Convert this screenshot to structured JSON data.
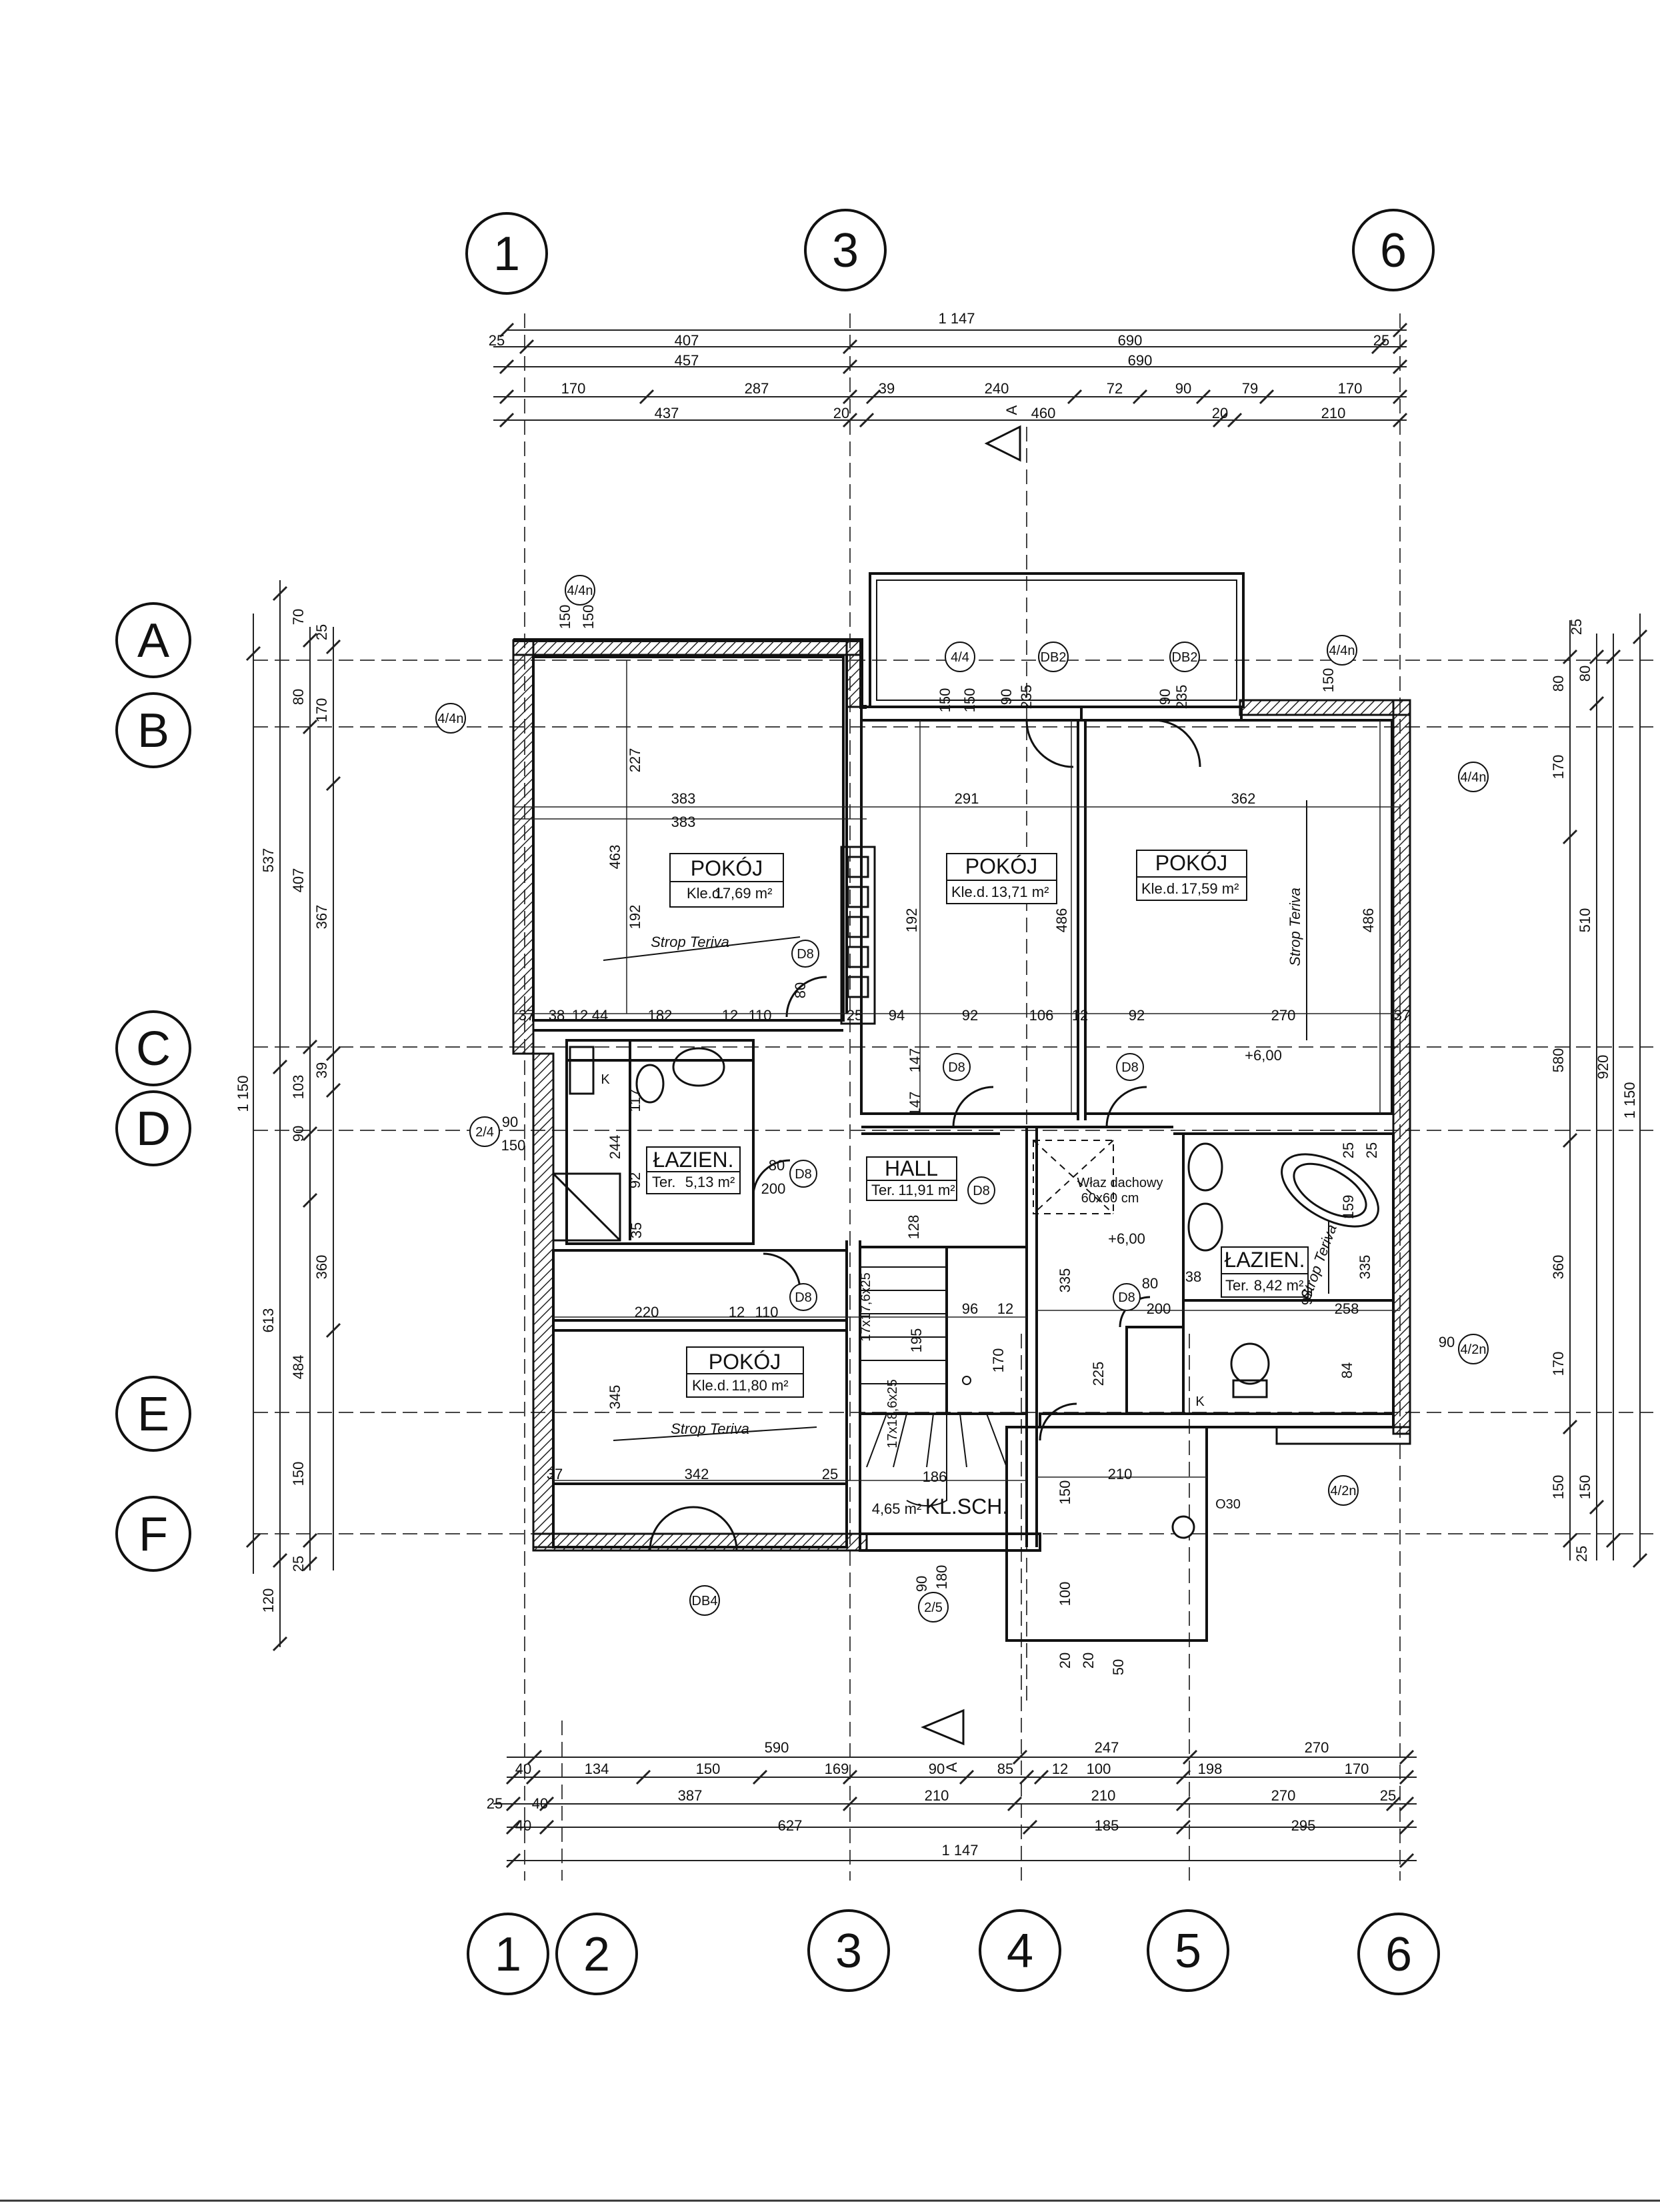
{
  "axes": {
    "top": [
      "1",
      "3",
      "6"
    ],
    "bottom": [
      "1",
      "2",
      "3",
      "4",
      "5",
      "6"
    ],
    "left": [
      "A",
      "B",
      "C",
      "D",
      "E",
      "F"
    ]
  },
  "top_dims": {
    "row1": [
      "1 147"
    ],
    "row2": [
      "25",
      "407",
      "690",
      "25"
    ],
    "row3": [
      "457",
      "690"
    ],
    "row4": [
      "170",
      "287",
      "39",
      "240",
      "72",
      "90",
      "79",
      "170"
    ],
    "row5": [
      "437",
      "20",
      "460",
      "20",
      "210"
    ]
  },
  "bottom_dims": {
    "row1": [
      "590",
      "247",
      "270"
    ],
    "row2": [
      "40",
      "134",
      "150",
      "169",
      "90",
      "85",
      "12",
      "100",
      "198",
      "170"
    ],
    "row3": [
      "25",
      "40",
      "387",
      "210",
      "210",
      "270",
      "25"
    ],
    "row4": [
      "40",
      "627",
      "185",
      "295"
    ],
    "row5": [
      "1 147"
    ]
  },
  "left_dims": {
    "outer": [
      "1 150"
    ],
    "mid": [
      "537",
      "613",
      "120"
    ],
    "inner": [
      "70",
      "80",
      "407",
      "103",
      "90",
      "484",
      "150",
      "25"
    ],
    "inner2": [
      "25",
      "170",
      "367",
      "39",
      "360"
    ]
  },
  "right_dims": {
    "outer": [
      "1 150"
    ],
    "mid": [
      "920"
    ],
    "inner": [
      "25",
      "80",
      "170",
      "510",
      "580",
      "360",
      "170",
      "150",
      "25"
    ],
    "inner2": [
      "80",
      "150"
    ]
  },
  "rooms": [
    {
      "name": "POKÓJ",
      "prefix": "Kle.d.",
      "area": "17,69 m²"
    },
    {
      "name": "POKÓJ",
      "prefix": "Kle.d.",
      "area": "13,71 m²"
    },
    {
      "name": "POKÓJ",
      "prefix": "Kle.d.",
      "area": "17,59 m²"
    },
    {
      "name": "ŁAZIEN.",
      "prefix": "Ter.",
      "area": "5,13 m²"
    },
    {
      "name": "HALL",
      "prefix": "Ter.",
      "area": "11,91 m²"
    },
    {
      "name": "ŁAZIEN.",
      "prefix": "Ter.",
      "area": "8,42 m²"
    },
    {
      "name": "POKÓJ",
      "prefix": "Kle.d.",
      "area": "11,80 m²"
    },
    {
      "name": "KL.SCH.",
      "prefix": "",
      "area": "4,65 m²"
    }
  ],
  "notes": {
    "strop1": "Strop Teriva",
    "strop2": "Strop Teriva",
    "strop3": "Strop Teriva",
    "strop4": "Strop Teriva",
    "level1": "+6,00",
    "level2": "+6,00",
    "wlaz1": "Właz dachowy",
    "wlaz2": "60x60 cm",
    "stairs1": "17x17,6x25",
    "stairs2": "17x18,6x25",
    "o30": "O30",
    "k1": "K",
    "k2": "K",
    "sec_a1": "A",
    "sec_a2": "A"
  },
  "window_tags": [
    "4/4n",
    "4/4",
    "DB2",
    "DB2",
    "4/4n",
    "4/4n",
    "4/4n",
    "2/4",
    "4/2n",
    "4/2n",
    "DB4",
    "2/5"
  ],
  "door_tags": [
    "D8",
    "D8",
    "D8",
    "D8",
    "D8",
    "D8",
    "D8"
  ],
  "interior_dims": [
    "383",
    "383",
    "291",
    "362",
    "227",
    "463",
    "192",
    "192",
    "486",
    "486",
    "37",
    "38",
    "12",
    "44",
    "182",
    "12",
    "110",
    "25",
    "94",
    "92",
    "106",
    "12",
    "92",
    "270",
    "37",
    "80",
    "200",
    "147",
    "147",
    "220",
    "12",
    "110",
    "345",
    "342",
    "25",
    "37",
    "96",
    "12",
    "186",
    "150",
    "210",
    "335",
    "258",
    "200",
    "80",
    "38",
    "92",
    "84",
    "159",
    "335",
    "25",
    "25",
    "100",
    "20",
    "20",
    "50",
    "225",
    "80",
    "90",
    "180",
    "195",
    "170",
    "128",
    "244",
    "92",
    "117",
    "35",
    "150",
    "150",
    "235",
    "235",
    "90",
    "90",
    "150",
    "150",
    "150",
    "90",
    "150",
    "90"
  ]
}
